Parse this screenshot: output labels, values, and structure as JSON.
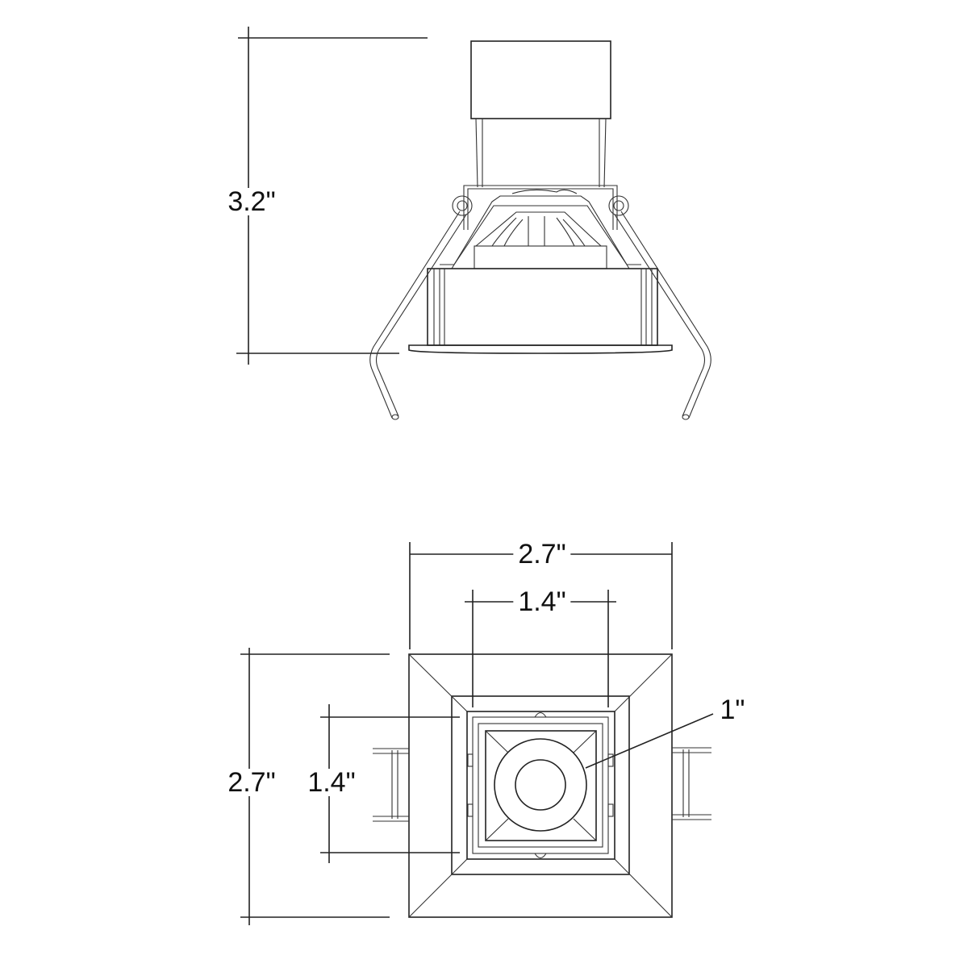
{
  "side_view": {
    "height_label": "3.2\""
  },
  "bottom_view": {
    "overall_width_label": "2.7\"",
    "aperture_width_label": "1.4\"",
    "overall_height_label": "2.7\"",
    "aperture_height_label": "1.4\"",
    "lens_label": "1\""
  }
}
